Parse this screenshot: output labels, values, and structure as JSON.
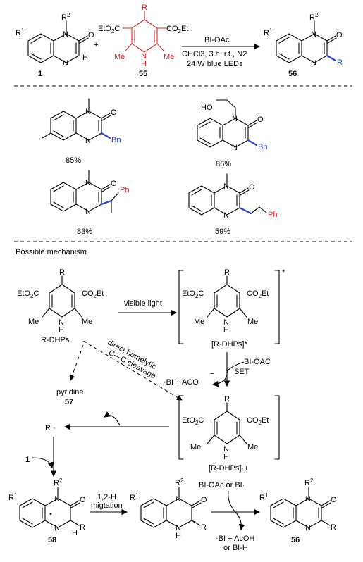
{
  "colors": {
    "reagent": "#d42a2a",
    "new_bond": "#2c45c8"
  },
  "scheme": {
    "sm_label": "1",
    "reagent_label": "55",
    "product_label": "56",
    "plus": "+",
    "cond1": "BI-OAc",
    "cond2": "CHCl3, 3 h, r.t., N2",
    "cond3": "24 W blue LEDs"
  },
  "examples": [
    {
      "substituent": "Bn",
      "yield": "85%"
    },
    {
      "substituent": "Bn",
      "yield": "86%"
    },
    {
      "substituent": "Ph",
      "yield": "83%"
    },
    {
      "substituent": "Ph",
      "yield": "59%"
    }
  ],
  "mechanism": {
    "title": "Possible mechanism",
    "rdhp": "R-DHPs",
    "light": "visible light",
    "excited": "[R-DHPs]*",
    "homolytic1": "direct homelytic",
    "homolytic2": "C—C cleavage",
    "bi": "·BI  +  ACO",
    "set_reagent": "BI-OAC",
    "set": "SET",
    "pyridine": "pyridine",
    "pyridine_label": "57",
    "radical": "R ·",
    "step1": "1",
    "radcat": "[R-DHPs]·+",
    "int58": "58",
    "shift1": "1,2-H",
    "shift2": "migtation",
    "oxidant": "BI-OAc  or  BI·",
    "byprod1": "·BI + AcOH",
    "byprod2": "or BI-H",
    "final": "56"
  },
  "atoms": {
    "N": "N",
    "O": "O",
    "H": "H",
    "R": "R",
    "R1": "R",
    "R2": "R",
    "HO": "HO",
    "Me": "Me",
    "Et": "EtO2C",
    "CO2Et": "CO2Et"
  }
}
